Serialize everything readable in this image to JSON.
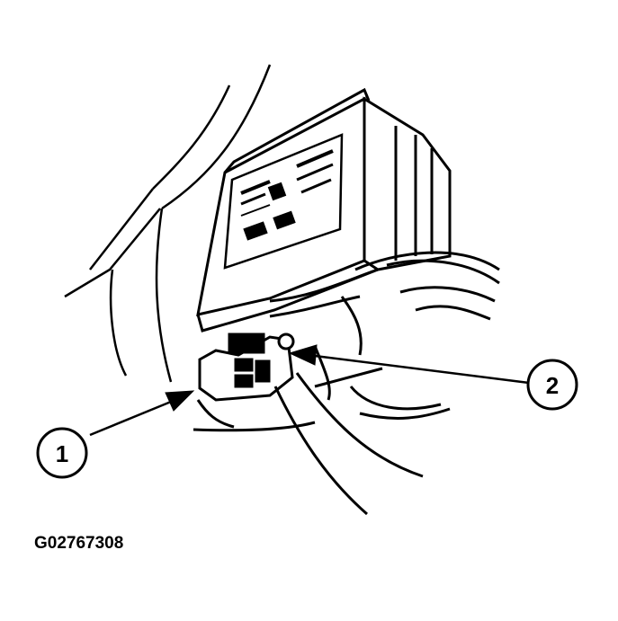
{
  "callouts": [
    {
      "id": "1",
      "label": "1"
    },
    {
      "id": "2",
      "label": "2"
    }
  ],
  "figure_id": "G02767308",
  "colors": {
    "ink": "#000000",
    "paper": "#ffffff"
  }
}
